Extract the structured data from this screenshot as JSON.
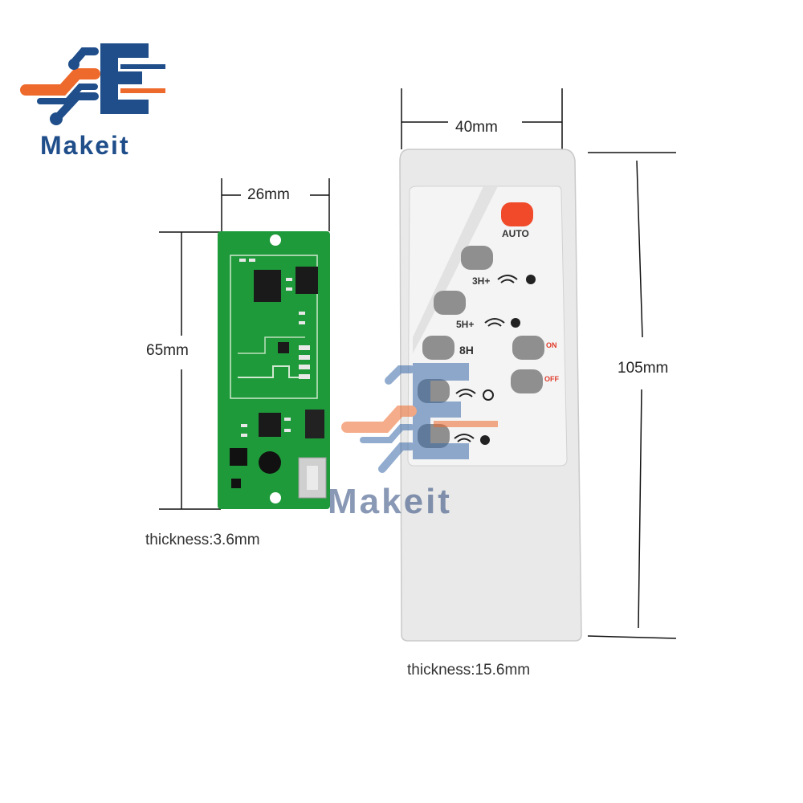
{
  "brand": {
    "name": "Makeit"
  },
  "watermark": {
    "text": "Makeit"
  },
  "board": {
    "width_label": "26mm",
    "height_label": "65mm",
    "thickness_label": "thickness:3.6mm"
  },
  "remote": {
    "width_label": "40mm",
    "height_label": "105mm",
    "thickness_label": "thickness:15.6mm",
    "buttons": {
      "auto": "AUTO",
      "h3": "3H+",
      "h5": "5H+",
      "h8": "8H",
      "on": "ON",
      "off": "OFF"
    }
  },
  "colors": {
    "brand_blue": "#1f4e8a",
    "brand_orange": "#ee6a2c",
    "pcb_green": "#1f9a3a",
    "remote_body": "#e9e9e9",
    "auto_button": "#f04a2a"
  },
  "icons": [
    "logo-circuit-icon",
    "wifi-icon",
    "sun-icon",
    "watermark-logo-icon"
  ]
}
